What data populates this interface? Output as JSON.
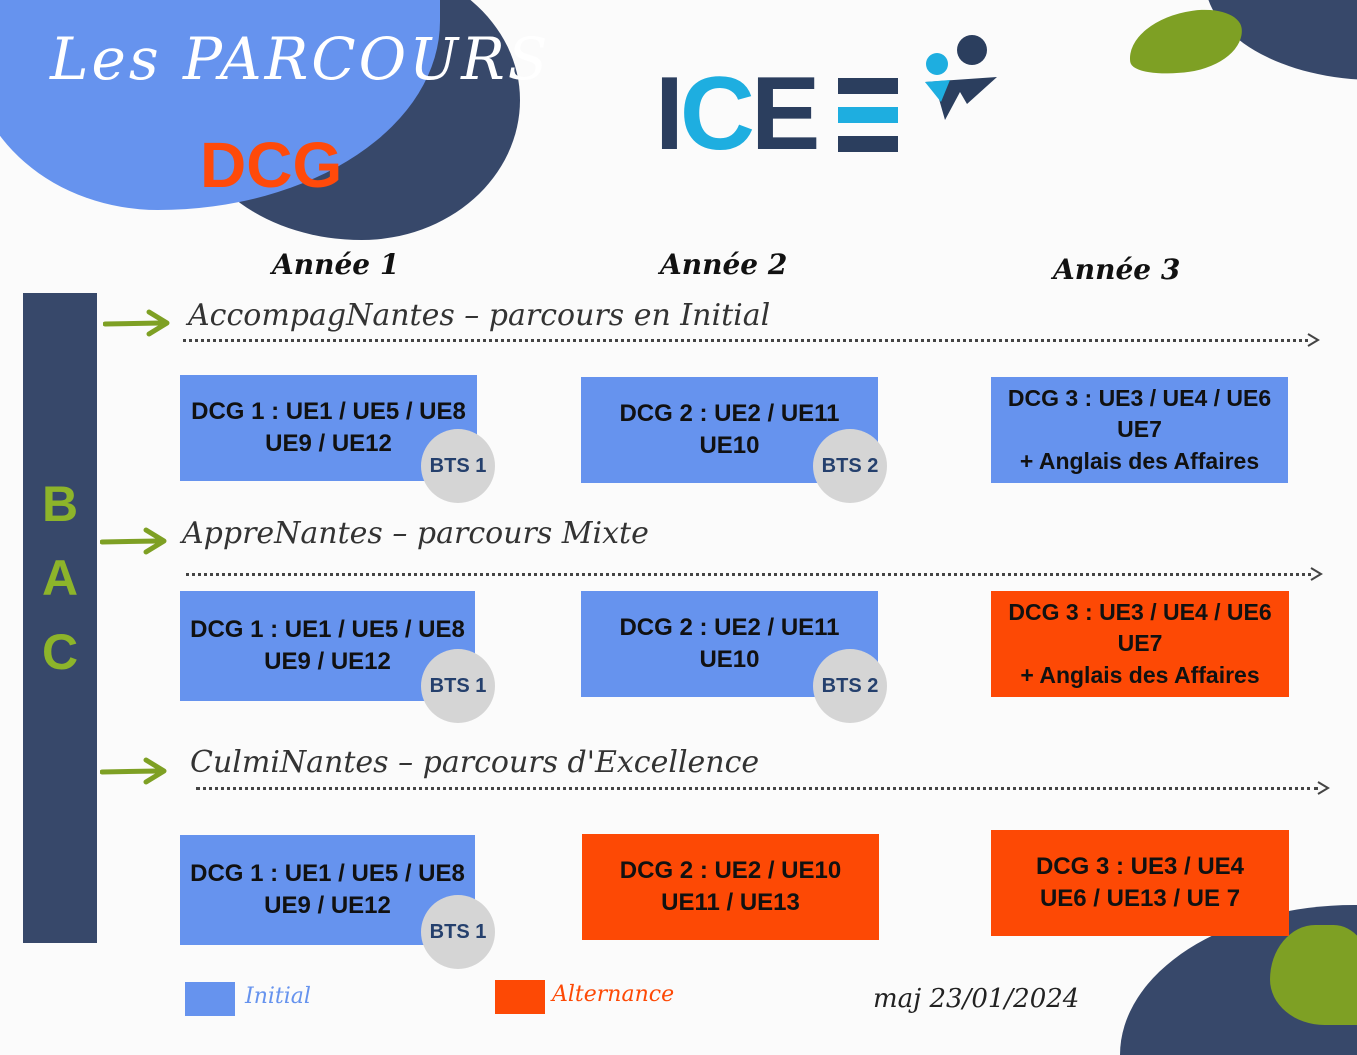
{
  "header": {
    "title_line1": "Les PARCOURS",
    "title_line2": "DCG",
    "logo_text": "ICE"
  },
  "years": [
    "Année 1",
    "Année 2",
    "Année 3"
  ],
  "bac": [
    "B",
    "A",
    "C"
  ],
  "tracks": [
    {
      "title": "AccompagNantes – parcours en Initial",
      "boxes": [
        {
          "lines": [
            "DCG 1 : UE1 / UE5 / UE8",
            "UE9 / UE12"
          ],
          "badge": "BTS 1"
        },
        {
          "lines": [
            "DCG 2 : UE2 / UE11",
            "UE10"
          ],
          "badge": "BTS 2"
        },
        {
          "lines": [
            "DCG 3 : UE3 / UE4 / UE6",
            "UE7",
            "+ Anglais des Affaires"
          ],
          "badge": ""
        }
      ]
    },
    {
      "title": "AppreNantes – parcours Mixte",
      "boxes": [
        {
          "lines": [
            "DCG 1 : UE1 / UE5 / UE8",
            "UE9 / UE12"
          ],
          "badge": "BTS 1"
        },
        {
          "lines": [
            "DCG 2 : UE2 / UE11",
            "UE10"
          ],
          "badge": "BTS 2"
        },
        {
          "lines": [
            "DCG 3 : UE3 / UE4 / UE6",
            "UE7",
            "+ Anglais des Affaires"
          ],
          "badge": ""
        }
      ]
    },
    {
      "title": "CulmiNantes – parcours d'Excellence",
      "boxes": [
        {
          "lines": [
            "DCG 1 : UE1 / UE5 / UE8",
            "UE9 / UE12"
          ],
          "badge": "BTS 1"
        },
        {
          "lines": [
            "DCG 2 : UE2 / UE10",
            "UE11 / UE13"
          ],
          "badge": ""
        },
        {
          "lines": [
            "DCG 3 : UE3 / UE4",
            "UE6 / UE13 / UE 7"
          ],
          "badge": ""
        }
      ]
    }
  ],
  "legend": {
    "initial": {
      "label": "Initial",
      "color": "#6693ee"
    },
    "alternance": {
      "label": "Alternance",
      "color": "#fd4905"
    }
  },
  "update": "maj 23/01/2024"
}
